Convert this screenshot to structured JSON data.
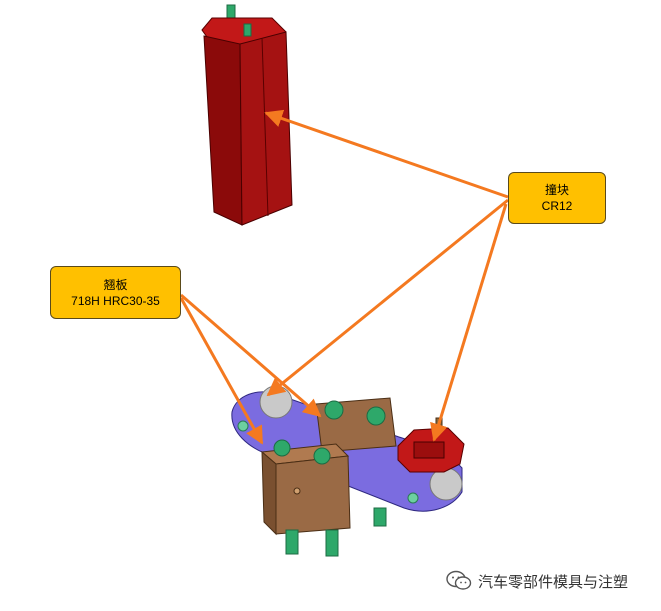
{
  "callouts": {
    "strike_block": {
      "name": "撞块",
      "material": "CR12"
    },
    "rocker_plate": {
      "name": "翘板",
      "material": "718H HRC30-35"
    }
  },
  "watermark": {
    "text": "汽车零部件模具与注塑",
    "icon": "wechat-icon"
  },
  "colors": {
    "arrow": "#F47920",
    "callout_fill": "#FFC000",
    "strike_block": "#A01010",
    "rocker_plate": "#7B6CE0",
    "support_block": "#9A6A45",
    "pins": "#2EA86A"
  }
}
